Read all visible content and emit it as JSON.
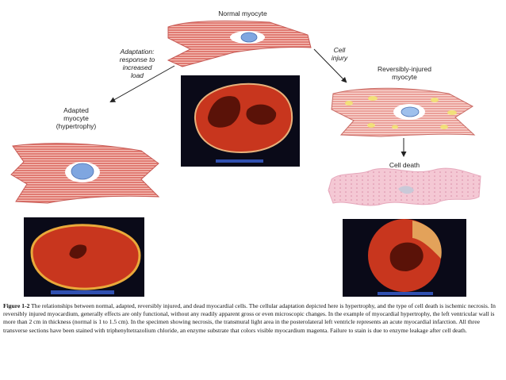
{
  "labels": {
    "normal": "Normal myocyte",
    "adaptation": [
      "Adaptation:",
      "response to",
      "increased",
      "load"
    ],
    "cell_injury": [
      "Cell",
      "injury"
    ],
    "adapted": [
      "Adapted",
      "myocyte",
      "(hypertrophy)"
    ],
    "reversibly_injured": [
      "Reversibly-injured",
      "myocyte"
    ],
    "cell_death": "Cell death"
  },
  "caption": {
    "figure_label": "Figure 1-2",
    "text": "The relationships between normal, adapted, reversibly injured, and dead myocardial cells. The cellular adaptation depicted here is hypertrophy, and the type of cell death is ischemic necrosis. In reversibly injured myocardium, generally effects are only functional, without any readily apparent gross or even microscopic changes. In the example of myocardial hypertrophy, the left ventricular wall is more than 2 cm in thickness (normal is 1 to 1.5 cm). In the specimen showing necrosis, the transmural light area in the posterolateral left ventricle represents an acute myocardial infarction. All three transverse sections have been stained with triphenyltetrazolium chloride, an enzyme substrate that colors visible myocardium magenta. Failure to stain is due to enzyme leakage after cell death."
  },
  "colors": {
    "cell_fill": "#e07a72",
    "cell_stripe": "#f6c5bd",
    "nucleus": "#7fa6e0",
    "photo_bg": "#0a0a18",
    "tissue": "#c8361e",
    "fat": "#e9a93a",
    "dead_cell": "#f4c8d4"
  }
}
